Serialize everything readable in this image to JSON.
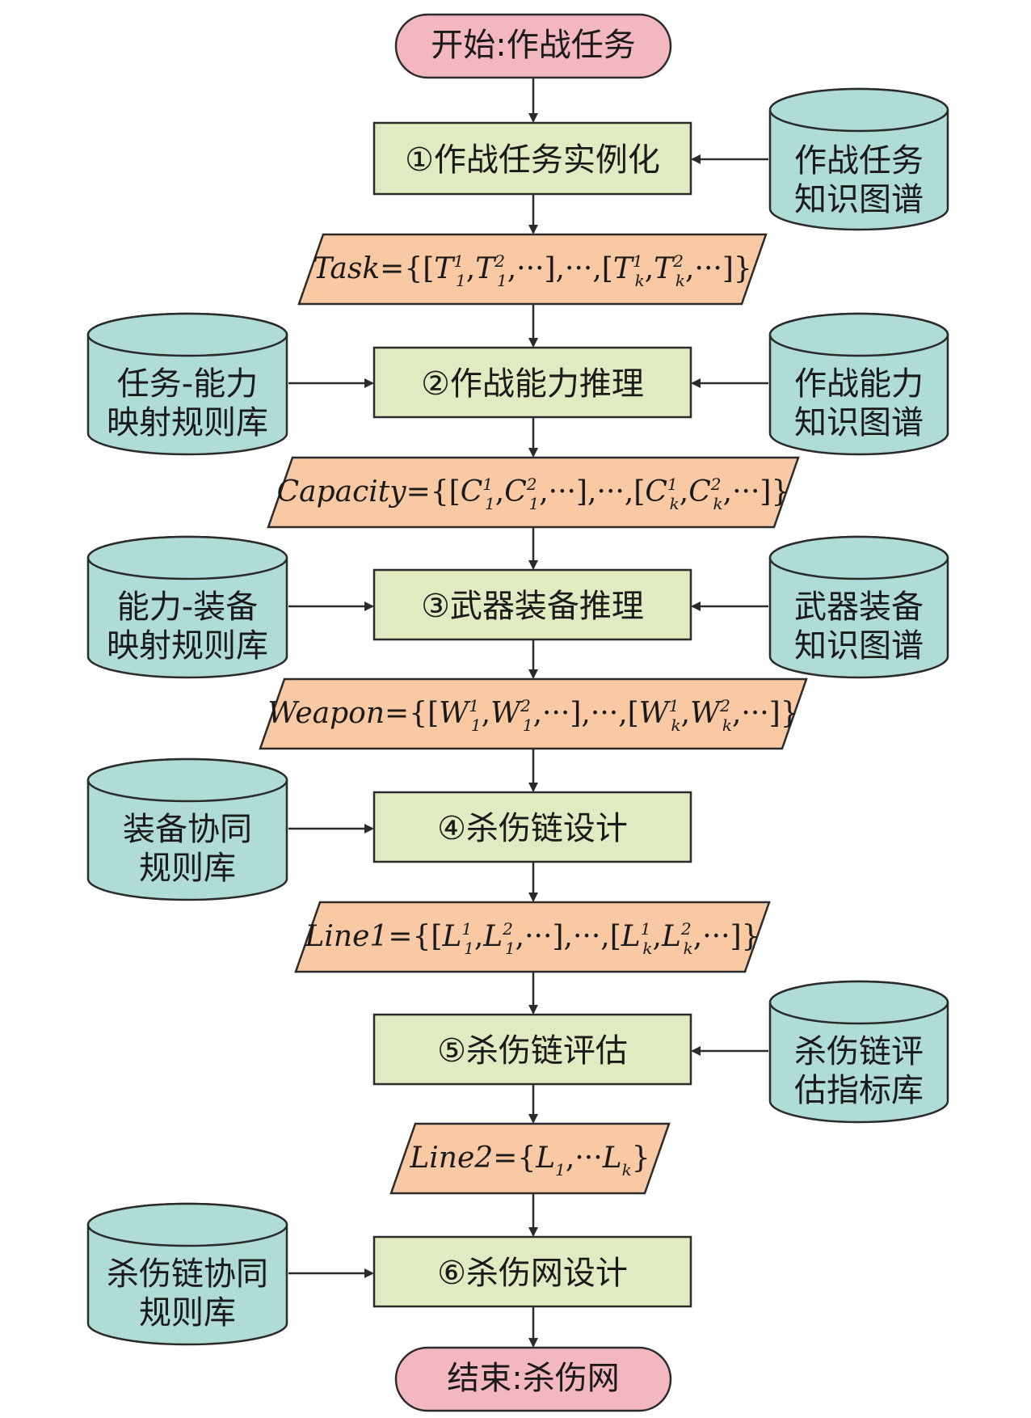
{
  "start": "开始:作战任务",
  "end": "结束:杀伤网",
  "steps": {
    "s1": "①作战任务实例化",
    "s2": "②作战能力推理",
    "s3": "③武器装备推理",
    "s4": "④杀伤链设计",
    "s5": "⑤杀伤链评估",
    "s6": "⑥杀伤网设计"
  },
  "databases": {
    "task_kg": [
      "作战任务",
      "知识图谱"
    ],
    "task_capability_rules": [
      "任务-能力",
      "映射规则库"
    ],
    "capability_kg": [
      "作战能力",
      "知识图谱"
    ],
    "capability_equipment_rules": [
      "能力-装备",
      "映射规则库"
    ],
    "weapon_kg": [
      "武器装备",
      "知识图谱"
    ],
    "equipment_coop_rules": [
      "装备协同",
      "规则库"
    ],
    "killchain_index": [
      "杀伤链评",
      "估指标库"
    ],
    "killchain_coop_rules": [
      "杀伤链协同",
      "规则库"
    ]
  },
  "outputs": {
    "task": {
      "name": "Task",
      "sym": "T"
    },
    "capacity": {
      "name": "Capacity",
      "sym": "C"
    },
    "weapon": {
      "name": "Weapon",
      "sym": "W"
    },
    "line1": {
      "name": "Line1",
      "sym": "L"
    },
    "line2": {
      "name": "Line2",
      "sym": "L"
    },
    "sub_index": "1",
    "sup_1": "1",
    "sup_2": "2",
    "sub_k": "k",
    "ellipsis": "···"
  },
  "colors": {
    "terminal_fill": "#f2b7bf",
    "process_fill": "#e0ebc1",
    "io_fill": "#f9c9a4",
    "db_fill": "#b0dcd8",
    "stroke": "#2b2b2b"
  }
}
